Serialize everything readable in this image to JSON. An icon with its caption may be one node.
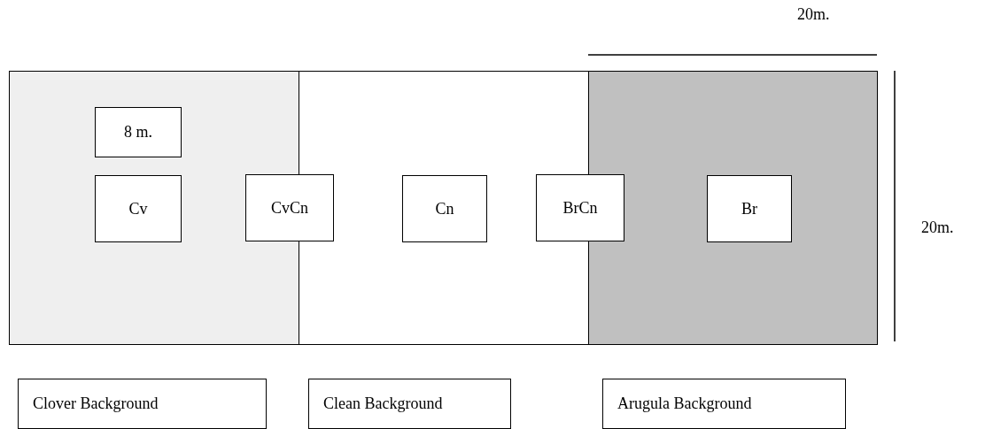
{
  "diagram": {
    "nodes": [
      {
        "text": [],
        "shape": "box"
      },
      {
        "text": [
          "8 m."
        ],
        "in": 0
      },
      {
        "text": [
          "Cv"
        ],
        "in": 0
      },
      {
        "text": [
          "CvCn"
        ]
      },
      {
        "text": [],
        "shape": "box"
      },
      {
        "text": [
          "Cn"
        ],
        "in": 4
      },
      {
        "text": [
          "BrCn"
        ]
      },
      {
        "text": [],
        "shape": "box"
      },
      {
        "text": [
          "Br"
        ],
        "in": 7
      },
      {
        "text": [
          "Clover Background"
        ]
      },
      {
        "text": [
          "Clean Background"
        ]
      },
      {
        "text": [
          "Arugula Background"
        ]
      }
    ],
    "labels": [
      "20m.",
      "20m."
    ]
  }
}
